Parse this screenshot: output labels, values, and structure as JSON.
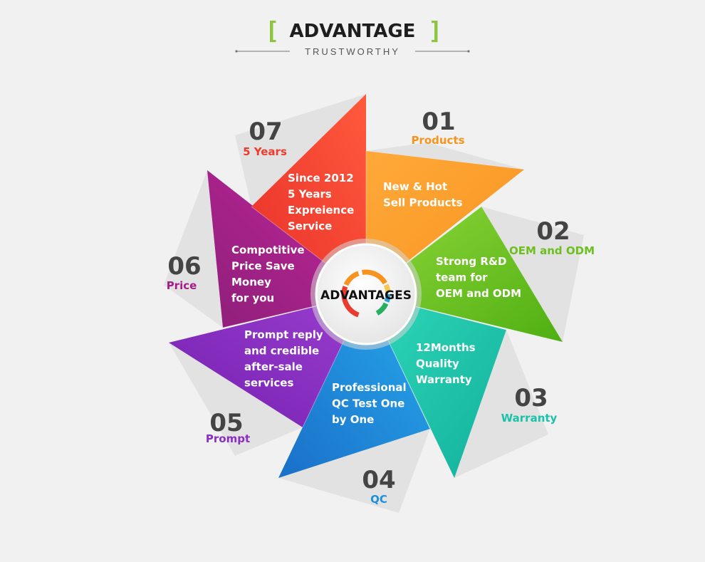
{
  "header": {
    "title": "ADVANTAGE",
    "subtitle": "TRUSTWORTHY",
    "accent_color": "#8cc63f"
  },
  "center": {
    "label": "ADVANTAGES"
  },
  "segments": [
    {
      "number": "01",
      "caption": "Products",
      "lines": [
        "New & Hot",
        "Sell Products"
      ],
      "color": "#f7941d"
    },
    {
      "number": "02",
      "caption": "OEM and ODM",
      "lines": [
        "Strong R&D",
        "team for",
        "OEM and ODM"
      ],
      "color": "#6cbf1f"
    },
    {
      "number": "03",
      "caption": "Warranty",
      "lines": [
        "12Months",
        "Quality",
        "Warranty"
      ],
      "color": "#19c2a8"
    },
    {
      "number": "04",
      "caption": "QC",
      "lines": [
        "Professional",
        "QC Test One",
        "by One"
      ],
      "color": "#1e8fd8"
    },
    {
      "number": "05",
      "caption": "Prompt",
      "lines": [
        "Prompt reply",
        "and credible",
        "after-sale",
        "services"
      ],
      "color": "#8a2fc2"
    },
    {
      "number": "06",
      "caption": "Price",
      "lines": [
        "Compotitive",
        "Price Save",
        "Money",
        "for you"
      ],
      "color": "#a51d8a"
    },
    {
      "number": "07",
      "caption": "5 Years",
      "lines": [
        "Since 2012",
        "5 Years",
        "Expreience",
        "Service"
      ],
      "color": "#ef3b2c"
    }
  ]
}
